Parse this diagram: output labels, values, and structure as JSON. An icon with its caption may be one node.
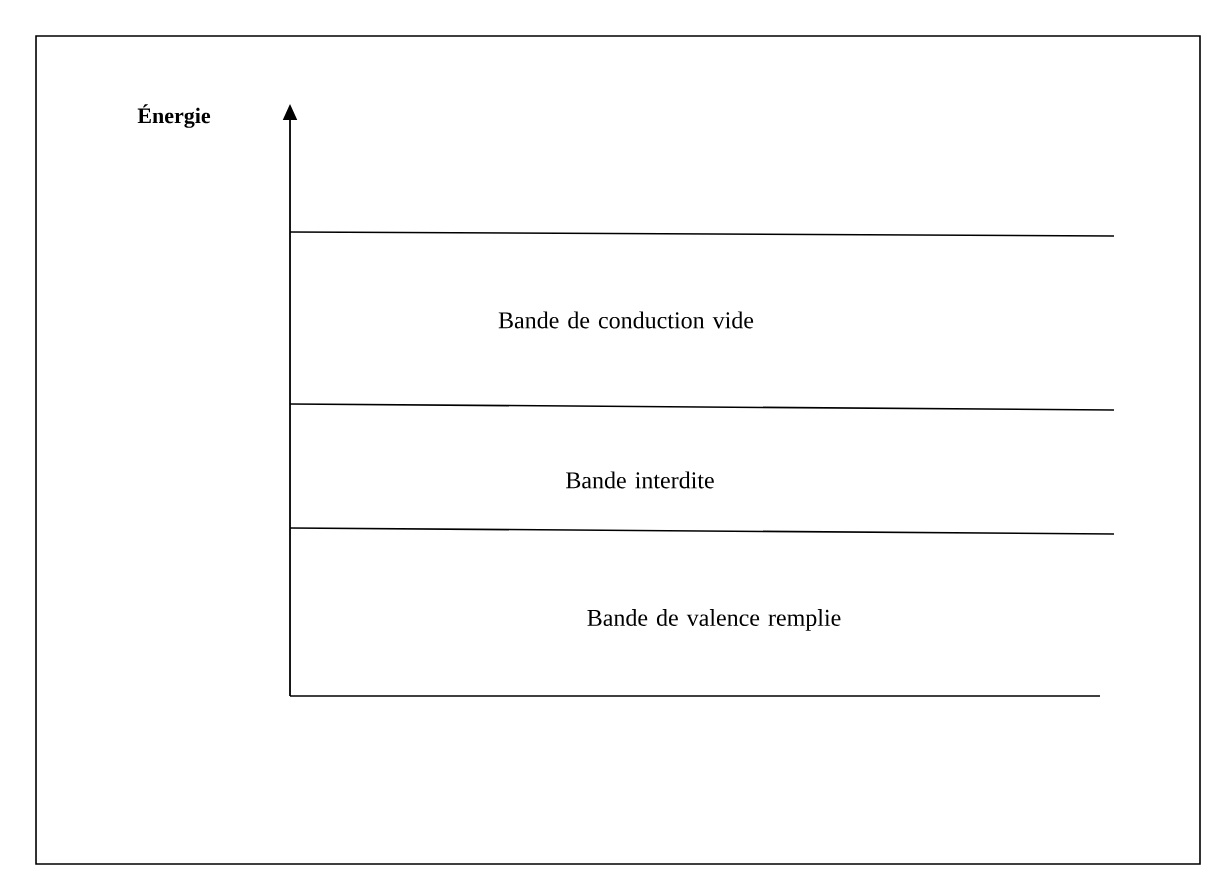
{
  "diagram": {
    "nodes": [
      {
        "text": [
          "Bande de conduction vide"
        ]
      },
      {
        "text": [
          "Bande interdite"
        ]
      },
      {
        "text": [
          "Bande de valence remplie"
        ]
      }
    ],
    "labels": [
      "Énergie"
    ]
  }
}
